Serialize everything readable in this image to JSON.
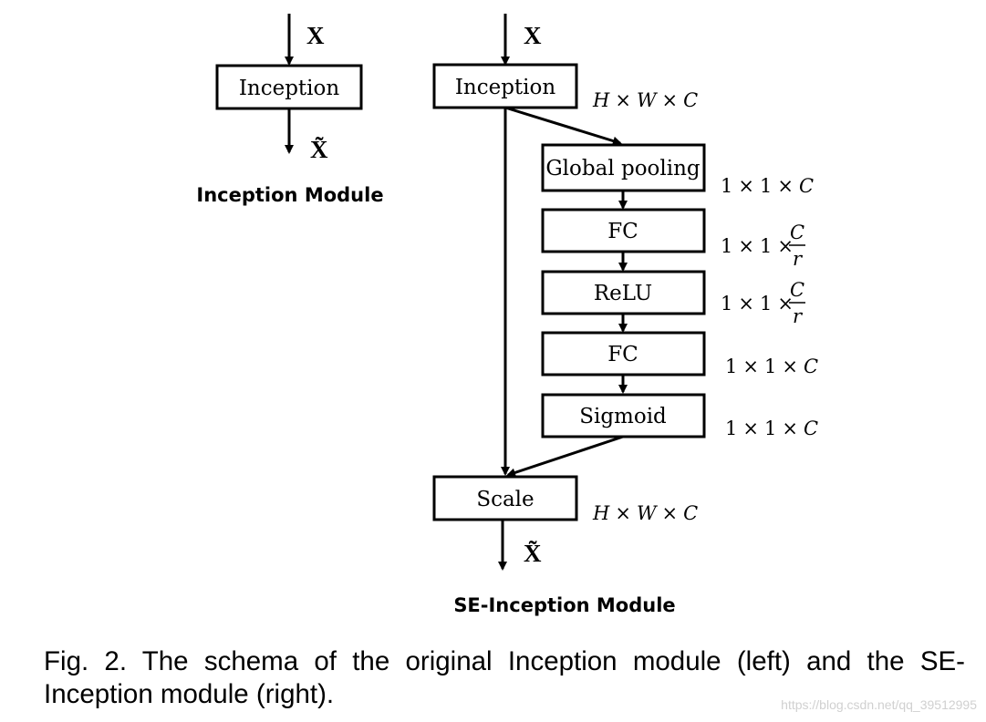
{
  "left_module": {
    "input_symbol": "X",
    "block_label": "Inception",
    "output_symbol": "X̃",
    "title": "Inception Module"
  },
  "right_module": {
    "input_symbol": "X",
    "output_symbol": "X̃",
    "title": "SE-Inception Module",
    "blocks": [
      {
        "label": "Inception",
        "dim": "H × W × C"
      },
      {
        "label": "Global pooling",
        "dim": "1 × 1 × C"
      },
      {
        "label": "FC",
        "dim": "1 × 1 × C/r"
      },
      {
        "label": "ReLU",
        "dim": "1 × 1 × C/r"
      },
      {
        "label": "FC",
        "dim": "1 × 1 × C"
      },
      {
        "label": "Sigmoid",
        "dim": "1 × 1 × C"
      },
      {
        "label": "Scale",
        "dim": "H × W × C"
      }
    ],
    "dim_parts": {
      "H": "H",
      "W": "W",
      "C": "C",
      "r": "r",
      "one": "1",
      "times": "×"
    }
  },
  "caption": "Fig. 2. The schema of the original Inception module (left) and the SE-Inception module (right).",
  "watermark": "https://blog.csdn.net/qq_39512995"
}
